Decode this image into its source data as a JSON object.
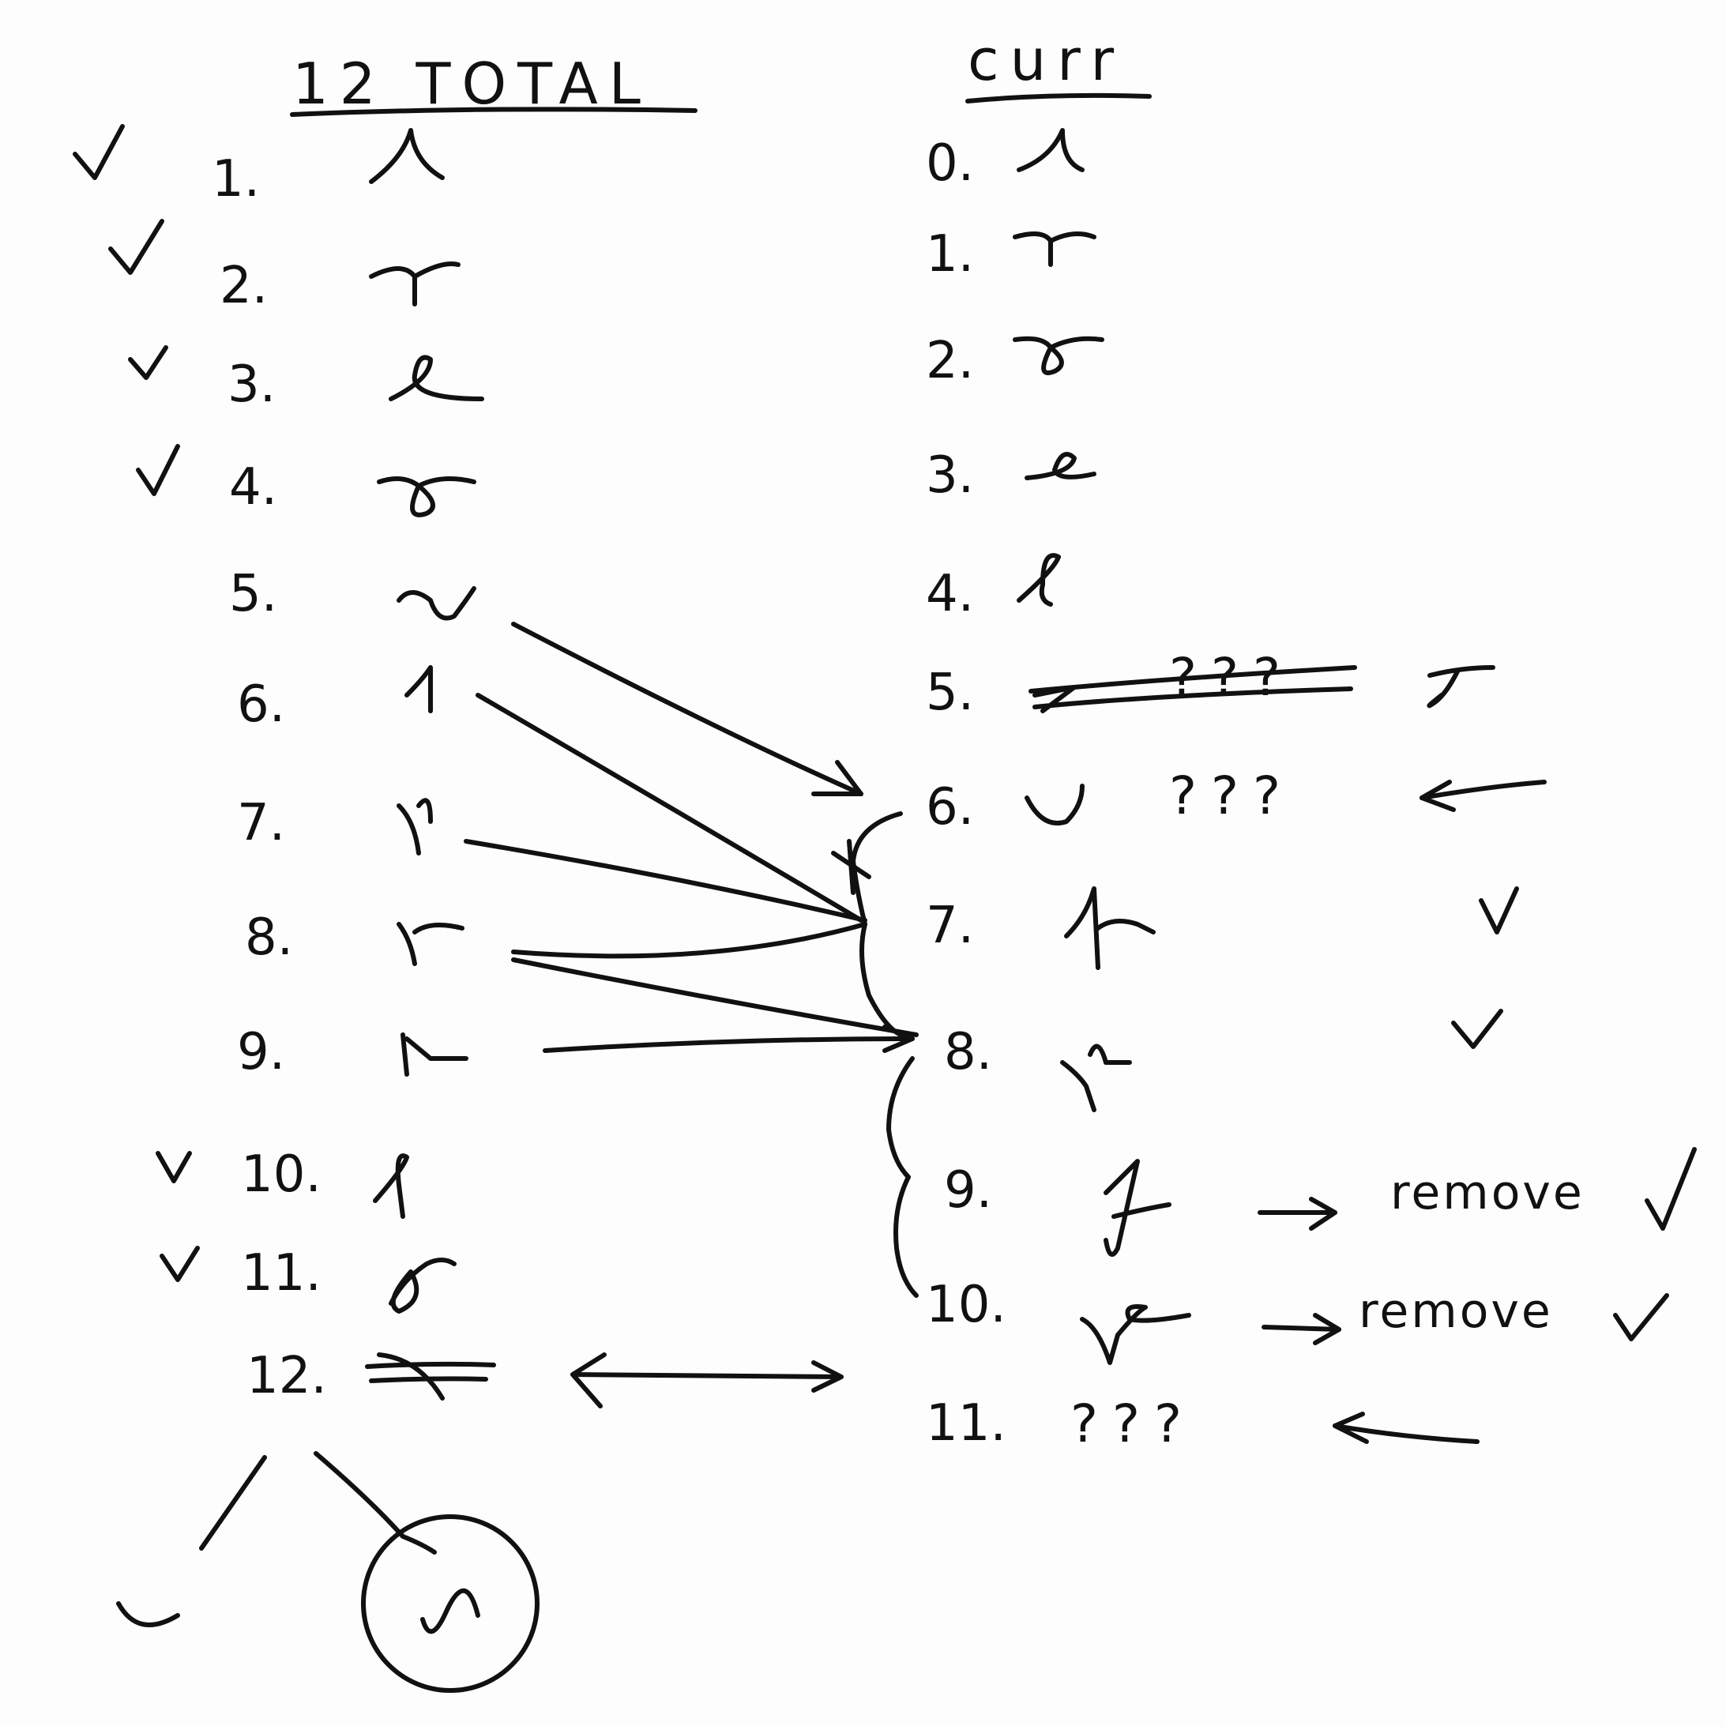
{
  "left_list": {
    "title": "12 TOTAL",
    "items": [
      {
        "label": "1.",
        "checked": true
      },
      {
        "label": "2.",
        "checked": true
      },
      {
        "label": "3.",
        "checked": true
      },
      {
        "label": "4.",
        "checked": true
      },
      {
        "label": "5.",
        "checked": false
      },
      {
        "label": "6.",
        "checked": false
      },
      {
        "label": "7.",
        "checked": false
      },
      {
        "label": "8.",
        "checked": false
      },
      {
        "label": "9.",
        "checked": false
      },
      {
        "label": "10.",
        "checked": true
      },
      {
        "label": "11.",
        "checked": true
      },
      {
        "label": "12.",
        "checked": false,
        "struck": true
      }
    ]
  },
  "right_list": {
    "title": "curr",
    "items": [
      {
        "label": "0."
      },
      {
        "label": "1."
      },
      {
        "label": "2."
      },
      {
        "label": "3."
      },
      {
        "label": "4."
      },
      {
        "label": "5.",
        "note": "???",
        "struck": true
      },
      {
        "label": "6.",
        "note": "???",
        "marked_by_arrow": true
      },
      {
        "label": "7.",
        "checked": true
      },
      {
        "label": "8.",
        "checked": true
      },
      {
        "label": "9.",
        "note": "remove",
        "checked": true
      },
      {
        "label": "10.",
        "note": "remove",
        "checked": true
      },
      {
        "label": "11.",
        "note": "???",
        "marked_by_arrow": true
      }
    ]
  },
  "ink": {
    "color": "#111111",
    "paper": "#fdfdfd"
  }
}
